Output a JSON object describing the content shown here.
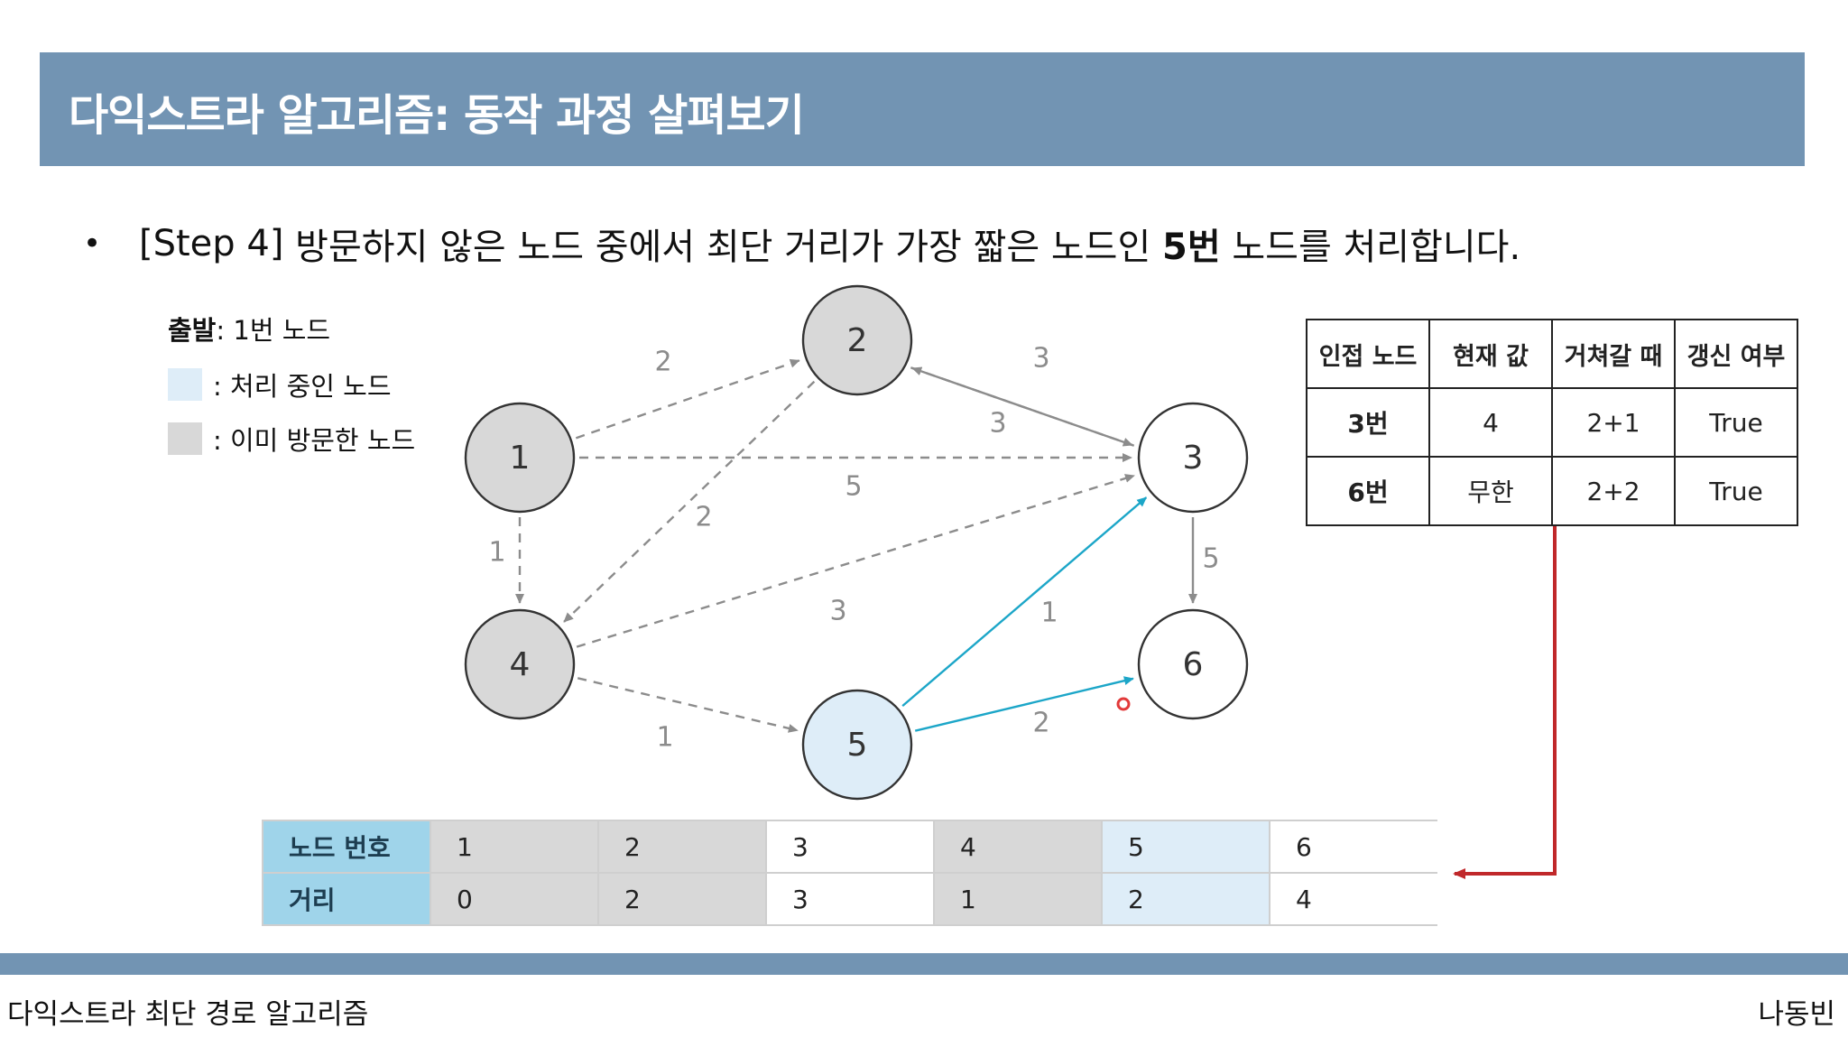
{
  "slide": {
    "title": "다익스트라 알고리즘: 동작 과정 살펴보기",
    "bullet_symbol": "•",
    "step_label": "[Step 4]",
    "step_text_1": " 방문하지 않은 노드 중에서 최단 거리가 가장 짧은 노드인 ",
    "step_highlight": "5번",
    "step_text_2": " 노드를 처리합니다."
  },
  "legend": {
    "start_label": "출발",
    "start_value": ": 1번 노드",
    "processing_label": ": 처리 중인 노드",
    "visited_label": ": 이미 방문한 노드",
    "colors": {
      "processing": "#deedf8",
      "visited": "#d8d8d8"
    }
  },
  "graph": {
    "colors": {
      "visited_fill": "#d8d8d8",
      "current_fill": "#deedf8",
      "normal_fill": "#ffffff",
      "active_edge": "#1ca6c8",
      "edge": "#8c8c8c"
    },
    "nodes": [
      {
        "id": "1",
        "state": "visited"
      },
      {
        "id": "2",
        "state": "visited"
      },
      {
        "id": "3",
        "state": "normal"
      },
      {
        "id": "4",
        "state": "visited"
      },
      {
        "id": "5",
        "state": "current"
      },
      {
        "id": "6",
        "state": "normal"
      }
    ],
    "edges": [
      {
        "from": "1",
        "to": "2",
        "weight": "2",
        "style": "dashed"
      },
      {
        "from": "1",
        "to": "3",
        "weight": "5",
        "style": "dashed"
      },
      {
        "from": "1",
        "to": "4",
        "weight": "1",
        "style": "dashed"
      },
      {
        "from": "2",
        "to": "3",
        "weight": "3",
        "style": "dashed"
      },
      {
        "from": "3",
        "to": "2",
        "weight": "3",
        "style": "solid"
      },
      {
        "from": "2",
        "to": "4",
        "weight": "2",
        "style": "dashed"
      },
      {
        "from": "4",
        "to": "3",
        "weight": "3",
        "style": "dashed"
      },
      {
        "from": "4",
        "to": "5",
        "weight": "1",
        "style": "dashed"
      },
      {
        "from": "3",
        "to": "6",
        "weight": "5",
        "style": "solid"
      },
      {
        "from": "5",
        "to": "3",
        "weight": "1",
        "style": "active"
      },
      {
        "from": "5",
        "to": "6",
        "weight": "2",
        "style": "active"
      }
    ]
  },
  "update_table": {
    "headers": [
      "인접 노드",
      "현재 값",
      "거쳐갈 때",
      "갱신 여부"
    ],
    "rows": [
      [
        "3번",
        "4",
        "2+1",
        "True"
      ],
      [
        "6번",
        "무한",
        "2+2",
        "True"
      ]
    ]
  },
  "distance_table": {
    "node_header": "노드 번호",
    "distance_header": "거리",
    "nodes": [
      "1",
      "2",
      "3",
      "4",
      "5",
      "6"
    ],
    "distances": [
      "0",
      "2",
      "3",
      "1",
      "2",
      "4"
    ],
    "states": [
      "visited",
      "visited",
      "normal",
      "visited",
      "current",
      "normal"
    ]
  },
  "annotation_arrow_color": "#c0282a",
  "footer": {
    "left": "다익스트라 최단 경로 알고리즘",
    "right": "나동빈",
    "bar_color": "#7294b3"
  }
}
